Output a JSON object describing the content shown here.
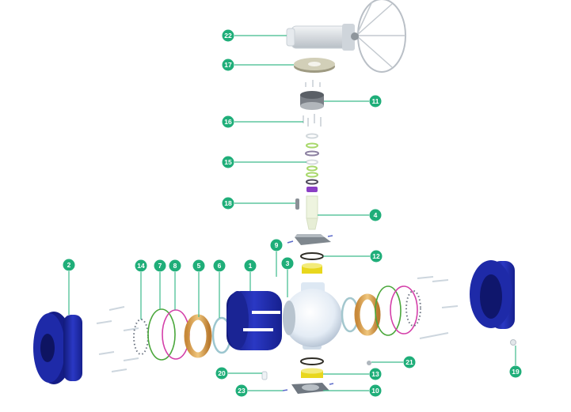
{
  "diagram": {
    "title": "Trunnion ball valve exploded view",
    "accent_color": "#1fae79",
    "line_color": "#3dbb8c",
    "body_color": "#1d2aa8",
    "callouts": [
      {
        "id": "22",
        "part": "gear-operator"
      },
      {
        "id": "17",
        "part": "mounting-flange"
      },
      {
        "id": "11",
        "part": "top-bearing-cap"
      },
      {
        "id": "16",
        "part": "bolts"
      },
      {
        "id": "15",
        "part": "stem-seals"
      },
      {
        "id": "18",
        "part": "key"
      },
      {
        "id": "4",
        "part": "stem"
      },
      {
        "id": "9",
        "part": "top-trunnion-plate"
      },
      {
        "id": "12",
        "part": "top-gasket"
      },
      {
        "id": "3",
        "part": "ball"
      },
      {
        "id": "2",
        "part": "end-cap-left"
      },
      {
        "id": "14",
        "part": "springs"
      },
      {
        "id": "7",
        "part": "o-ring-green"
      },
      {
        "id": "8",
        "part": "o-ring-pink"
      },
      {
        "id": "5",
        "part": "seat-ring"
      },
      {
        "id": "6",
        "part": "seat-insert"
      },
      {
        "id": "1",
        "part": "body"
      },
      {
        "id": "20",
        "part": "pin"
      },
      {
        "id": "21",
        "part": "plug"
      },
      {
        "id": "13",
        "part": "bottom-bearing"
      },
      {
        "id": "23",
        "part": "screw"
      },
      {
        "id": "10",
        "part": "bottom-plate"
      },
      {
        "id": "19",
        "part": "drain-plug"
      }
    ]
  }
}
